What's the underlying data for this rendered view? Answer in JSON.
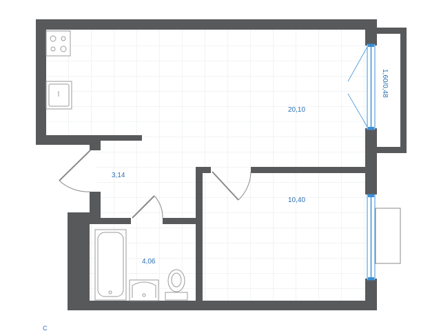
{
  "plan": {
    "colors": {
      "wall": "#58595b",
      "grid": "#e6e7ea",
      "window": "#3b8fd6",
      "accent_text": "#2a6fb0",
      "fixture": "#9a9a9a"
    },
    "rooms": [
      {
        "id": "living",
        "area": "20,10"
      },
      {
        "id": "hall",
        "area": "3,14"
      },
      {
        "id": "bedroom",
        "area": "10,40"
      },
      {
        "id": "bathroom",
        "area": "4,06"
      }
    ],
    "balcony": {
      "label": "1,60/0,48"
    },
    "compass": {
      "label": "С"
    }
  }
}
